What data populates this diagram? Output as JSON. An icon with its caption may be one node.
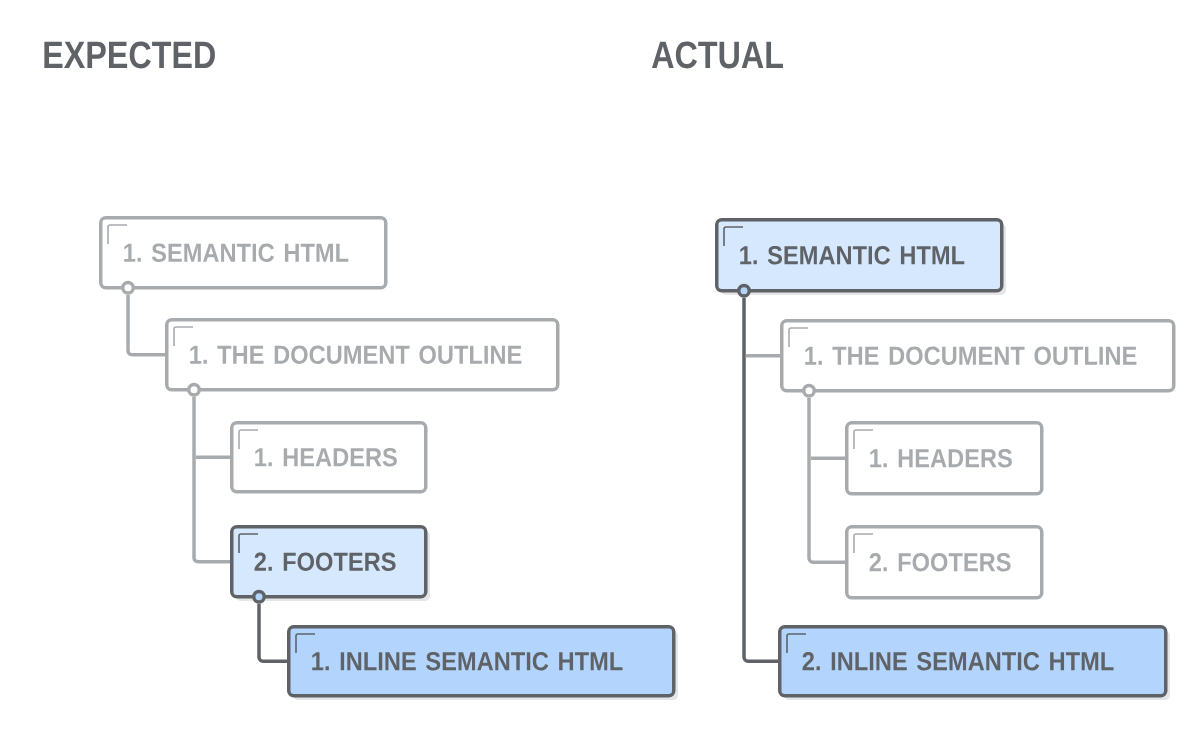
{
  "diagram": {
    "nodes": [
      {
        "text": [
          "1. SEMANTIC HTML"
        ]
      },
      {
        "text": [
          "1. THE DOCUMENT OUTLINE"
        ]
      },
      {
        "text": [
          "1. HEADERS"
        ]
      },
      {
        "text": [
          "2. FOOTERS"
        ]
      },
      {
        "text": [
          "1. INLINE SEMANTIC HTML"
        ]
      },
      {
        "text": [
          "1. SEMANTIC HTML"
        ]
      },
      {
        "text": [
          "1. THE DOCUMENT OUTLINE"
        ]
      },
      {
        "text": [
          "1. HEADERS"
        ]
      },
      {
        "text": [
          "2. FOOTERS"
        ]
      },
      {
        "text": [
          "2. INLINE SEMANTIC HTML"
        ]
      }
    ],
    "edges": [
      {
        "from": 0,
        "to": 1,
        "arrow": "none"
      },
      {
        "from": 1,
        "to": 2,
        "arrow": "none"
      },
      {
        "from": 1,
        "to": 3,
        "arrow": "none"
      },
      {
        "from": 3,
        "to": 4,
        "arrow": "none",
        "color": "#5f6368"
      },
      {
        "from": 5,
        "to": 6,
        "arrow": "none"
      },
      {
        "from": 6,
        "to": 7,
        "arrow": "none"
      },
      {
        "from": 6,
        "to": 8,
        "arrow": "none"
      },
      {
        "from": 5,
        "to": 9,
        "arrow": "none",
        "color": "#5f6368"
      }
    ],
    "labels": [
      "EXPECTED",
      "ACTUAL"
    ]
  }
}
